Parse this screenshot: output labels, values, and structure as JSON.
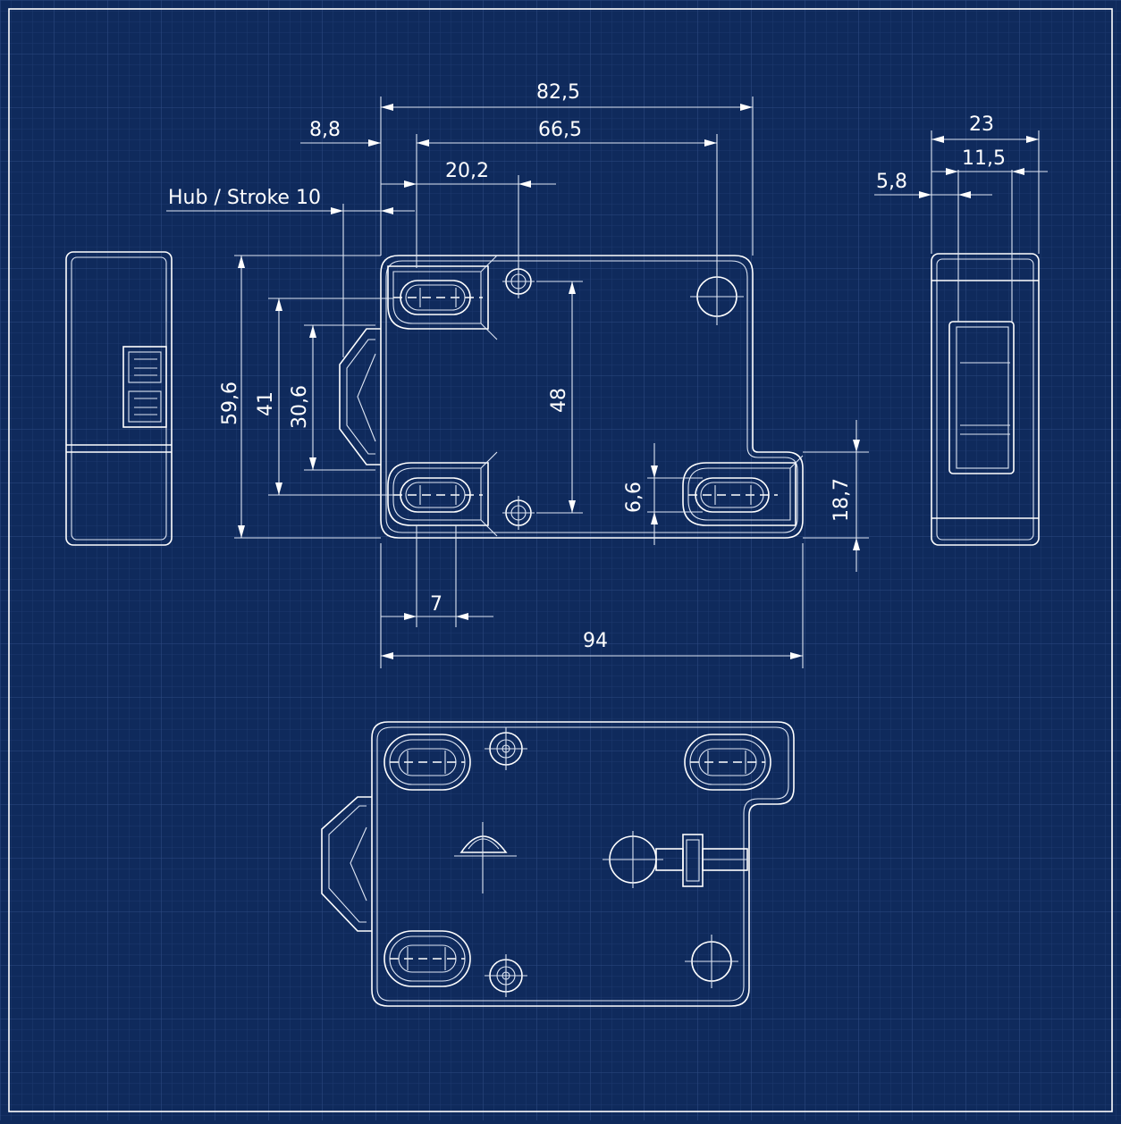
{
  "dimensions": {
    "width_82_5": "82,5",
    "width_66_5": "66,5",
    "offset_8_8": "8,8",
    "offset_20_2": "20,2",
    "stroke_label": "Hub / Stroke 10",
    "height_59_6": "59,6",
    "height_41": "41",
    "height_30_6": "30,6",
    "hole_spacing_48": "48",
    "slot_6_6": "6,6",
    "step_18_7": "18,7",
    "slot_7": "7",
    "total_width_94": "94",
    "side_23": "23",
    "side_11_5": "11,5",
    "side_5_8": "5,8"
  },
  "colors": {
    "background": "#0f2a5c",
    "grid": "#2d4a82",
    "line": "#ffffff"
  }
}
